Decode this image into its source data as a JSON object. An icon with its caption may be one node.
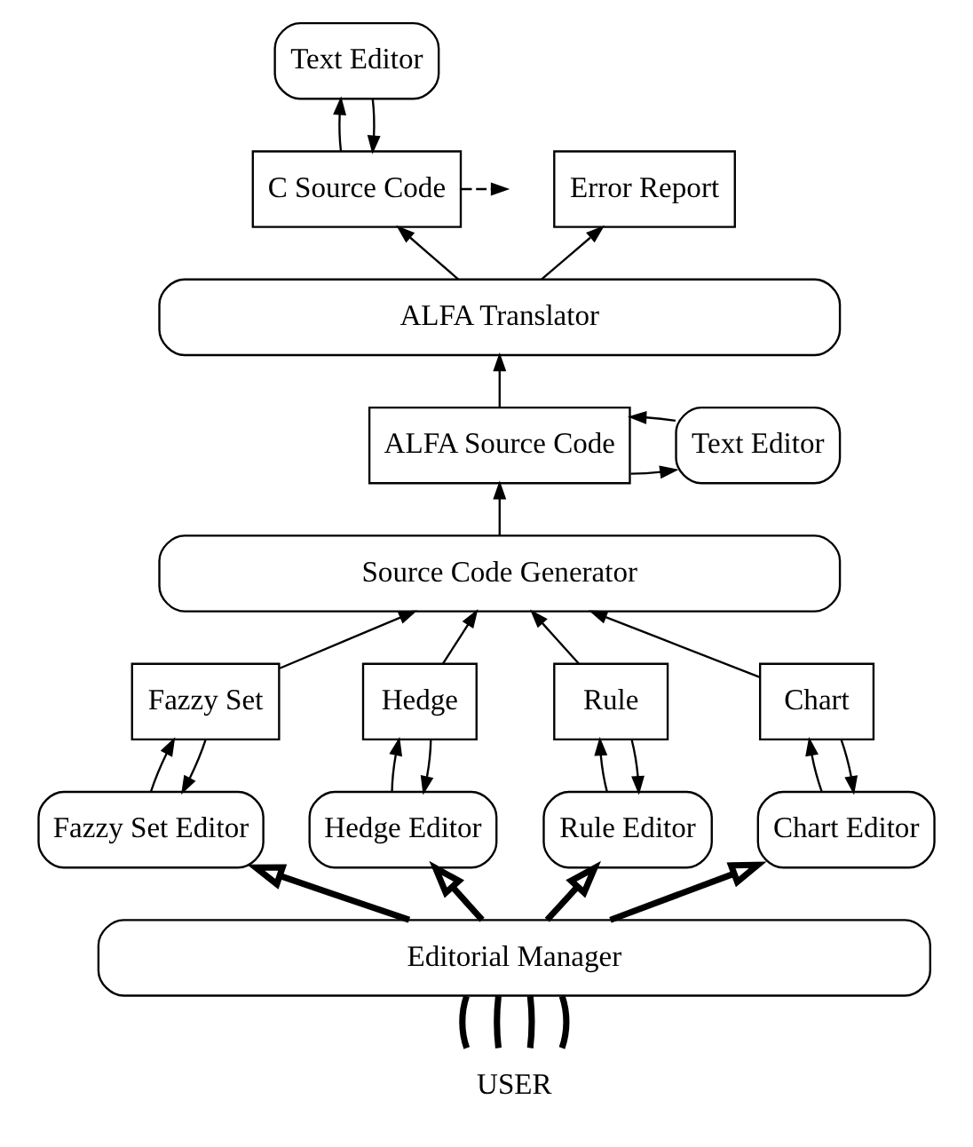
{
  "diagram": {
    "nodes": [
      {
        "text": [
          "Text Editor"
        ]
      },
      {
        "text": [
          "C Source Code"
        ]
      },
      {
        "text": [
          "Error Report"
        ]
      },
      {
        "text": [
          "ALFA Translator"
        ]
      },
      {
        "text": [
          "ALFA Source Code"
        ]
      },
      {
        "text": [
          "Text Editor"
        ]
      },
      {
        "text": [
          "Source Code Generator"
        ]
      },
      {
        "text": [
          "Fazzy Set"
        ]
      },
      {
        "text": [
          "Hedge"
        ]
      },
      {
        "text": [
          "Rule"
        ]
      },
      {
        "text": [
          "Chart"
        ]
      },
      {
        "text": [
          "Fazzy Set Editor"
        ]
      },
      {
        "text": [
          "Hedge Editor"
        ]
      },
      {
        "text": [
          "Rule Editor"
        ]
      },
      {
        "text": [
          "Chart Editor"
        ]
      },
      {
        "text": [
          "Editorial Manager"
        ]
      },
      {
        "text": [
          "USER"
        ]
      }
    ],
    "edges": [
      {
        "from": 0,
        "to": 1,
        "arrow": "to"
      },
      {
        "from": 1,
        "to": 0,
        "arrow": "to"
      },
      {
        "from": 1,
        "to": null,
        "arrow": "to",
        "style": "dashed"
      },
      {
        "from": 3,
        "to": 1,
        "arrow": "to"
      },
      {
        "from": 3,
        "to": 2,
        "arrow": "to"
      },
      {
        "from": 4,
        "to": 3,
        "arrow": "to"
      },
      {
        "from": 5,
        "to": 4,
        "arrow": "to"
      },
      {
        "from": 4,
        "to": 5,
        "arrow": "to"
      },
      {
        "from": 6,
        "to": 4,
        "arrow": "to"
      },
      {
        "from": 7,
        "to": 6,
        "arrow": "to"
      },
      {
        "from": 8,
        "to": 6,
        "arrow": "to"
      },
      {
        "from": 9,
        "to": 6,
        "arrow": "to"
      },
      {
        "from": 10,
        "to": 6,
        "arrow": "to"
      },
      {
        "from": 11,
        "to": 7,
        "arrow": "to"
      },
      {
        "from": 7,
        "to": 11,
        "arrow": "to"
      },
      {
        "from": 12,
        "to": 8,
        "arrow": "to"
      },
      {
        "from": 8,
        "to": 12,
        "arrow": "to"
      },
      {
        "from": 13,
        "to": 9,
        "arrow": "to"
      },
      {
        "from": 9,
        "to": 13,
        "arrow": "to"
      },
      {
        "from": 14,
        "to": 10,
        "arrow": "to"
      },
      {
        "from": 10,
        "to": 14,
        "arrow": "to"
      },
      {
        "from": 15,
        "to": 11,
        "arrow": "to",
        "style": "thick"
      },
      {
        "from": 15,
        "to": 12,
        "arrow": "to",
        "style": "thick"
      },
      {
        "from": 15,
        "to": 13,
        "arrow": "to",
        "style": "thick"
      },
      {
        "from": 15,
        "to": 14,
        "arrow": "to",
        "style": "thick"
      },
      {
        "from": 16,
        "to": 15,
        "arrow": "none",
        "style": "thick"
      },
      {
        "from": 16,
        "to": 15,
        "arrow": "none",
        "style": "thick"
      },
      {
        "from": 16,
        "to": 15,
        "arrow": "none",
        "style": "thick"
      },
      {
        "from": 16,
        "to": 15,
        "arrow": "none",
        "style": "thick"
      }
    ]
  }
}
